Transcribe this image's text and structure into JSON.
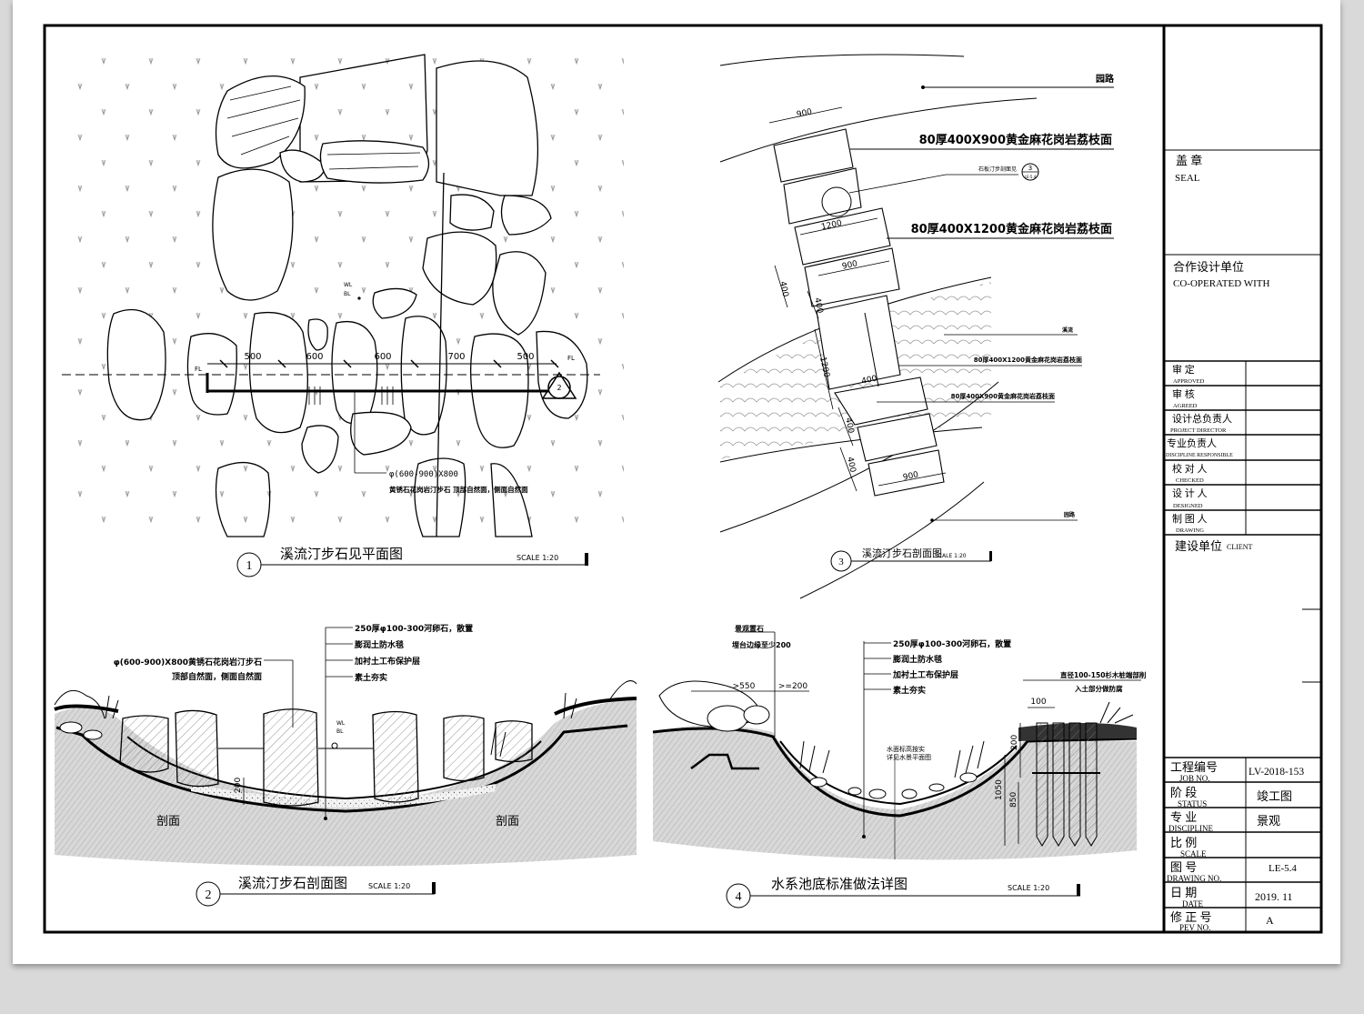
{
  "titles": {
    "v1": {
      "num": "1",
      "name": "溪流汀步石见平面图",
      "scale": "SCALE  1:20"
    },
    "v2": {
      "num": "2",
      "name": "溪流汀步石剖面图",
      "scale": "SCALE  1:20"
    },
    "v3": {
      "num": "3",
      "name": "溪流汀步石剖面图",
      "scale": "SCALE  1:20"
    },
    "v4": {
      "num": "4",
      "name": "水系池底标准做法详图",
      "scale": "SCALE  1:20"
    }
  },
  "plan": {
    "dims": [
      "500",
      "600",
      "600",
      "700",
      "500"
    ],
    "fl": "FL",
    "wl": "WL",
    "bl": "BL",
    "callout_num": "2",
    "note_line1": "φ(600-900)X800",
    "note_line2": "黄锈石花岗岩汀步石  顶部自然面，侧面自然面"
  },
  "stepping": {
    "road_top": "园路",
    "road_bottom": "园路",
    "stone_a": "80厚400X900黄金麻花岗岩荔枝面",
    "stone_b": "80厚400X1200黄金麻花岗岩荔枝面",
    "ref_text": "石板汀步剖面见",
    "ref_num": "3",
    "ref_sub": "LE-5.4",
    "stream": "溪流",
    "stone_b_small": "80厚400X1200黄金麻花岗岩荔枝面",
    "stone_a_small": "80厚400X900黄金麻花岗岩荔枝面",
    "d900a": "900",
    "d1200a": "1200",
    "d900b": "900",
    "d400a": "400",
    "d400b": "400",
    "d1200b": "1200",
    "d400c": "400",
    "d400d": "400",
    "d400e": "400",
    "d900c": "900"
  },
  "section2": {
    "note_stone1": "φ(600-900)X800黄锈石花岗岩汀步石",
    "note_stone2": "顶部自然面，侧面自然面",
    "layers": [
      "250厚φ100-300河卵石，散置",
      "膨润土防水毯",
      "加衬土工布保护层",
      "素土夯实"
    ],
    "wl": "WL",
    "bl": "BL",
    "dim": "200",
    "label_left": "剖面",
    "label_right": "剖面"
  },
  "section4": {
    "note_rock1": "景观置石",
    "note_rock2": "埋台边缘至少200",
    "layers": [
      "250厚φ100-300河卵石，散置",
      "膨润土防水毯",
      "加衬土工布保护层",
      "素土夯实"
    ],
    "d550": ">550",
    "d200": ">=200",
    "wl_note1": "水面标高按实",
    "wl_note2": "详见水景平面图",
    "pile1": "直径100-150杉木桩端部削",
    "pile2": "入土部分做防腐",
    "d100": "100",
    "d200b": "200",
    "d1050": "1050",
    "d850": "850"
  },
  "titleblock": {
    "seal_cn": "盖    章",
    "seal_en": "SEAL",
    "coop_cn": "合作设计单位",
    "coop_en": "CO-OPERATED WITH",
    "roles": [
      {
        "cn": "审    定",
        "en": "APPROVED"
      },
      {
        "cn": "审    核",
        "en": "AGREED"
      },
      {
        "cn": "设计总负责人",
        "en": "PROJECT DIRECTOR"
      },
      {
        "cn": "专业负责人",
        "en": "DISCIPLINE RESPONSIBLE"
      },
      {
        "cn": "校 对 人",
        "en": "CHECKED"
      },
      {
        "cn": "设 计 人",
        "en": "DESIGNED"
      },
      {
        "cn": "制 图 人",
        "en": "DRAWING"
      }
    ],
    "client_cn": "建设单位",
    "client_en": "CLIENT",
    "info": [
      {
        "cn": "工程编号",
        "en": "JOB NO.",
        "value": "LV-2018-153"
      },
      {
        "cn": "阶    段",
        "en": "STATUS",
        "value": "竣工图"
      },
      {
        "cn": "专    业",
        "en": "DISCIPLINE",
        "value": "景观"
      },
      {
        "cn": "比    例",
        "en": "SCALE",
        "value": ""
      },
      {
        "cn": "图    号",
        "en": "DRAWING NO.",
        "value": "LE-5.4"
      },
      {
        "cn": "日    期",
        "en": "DATE",
        "value": "2019. 11"
      },
      {
        "cn": "修 正 号",
        "en": "PEV NO.",
        "value": "A"
      }
    ]
  }
}
